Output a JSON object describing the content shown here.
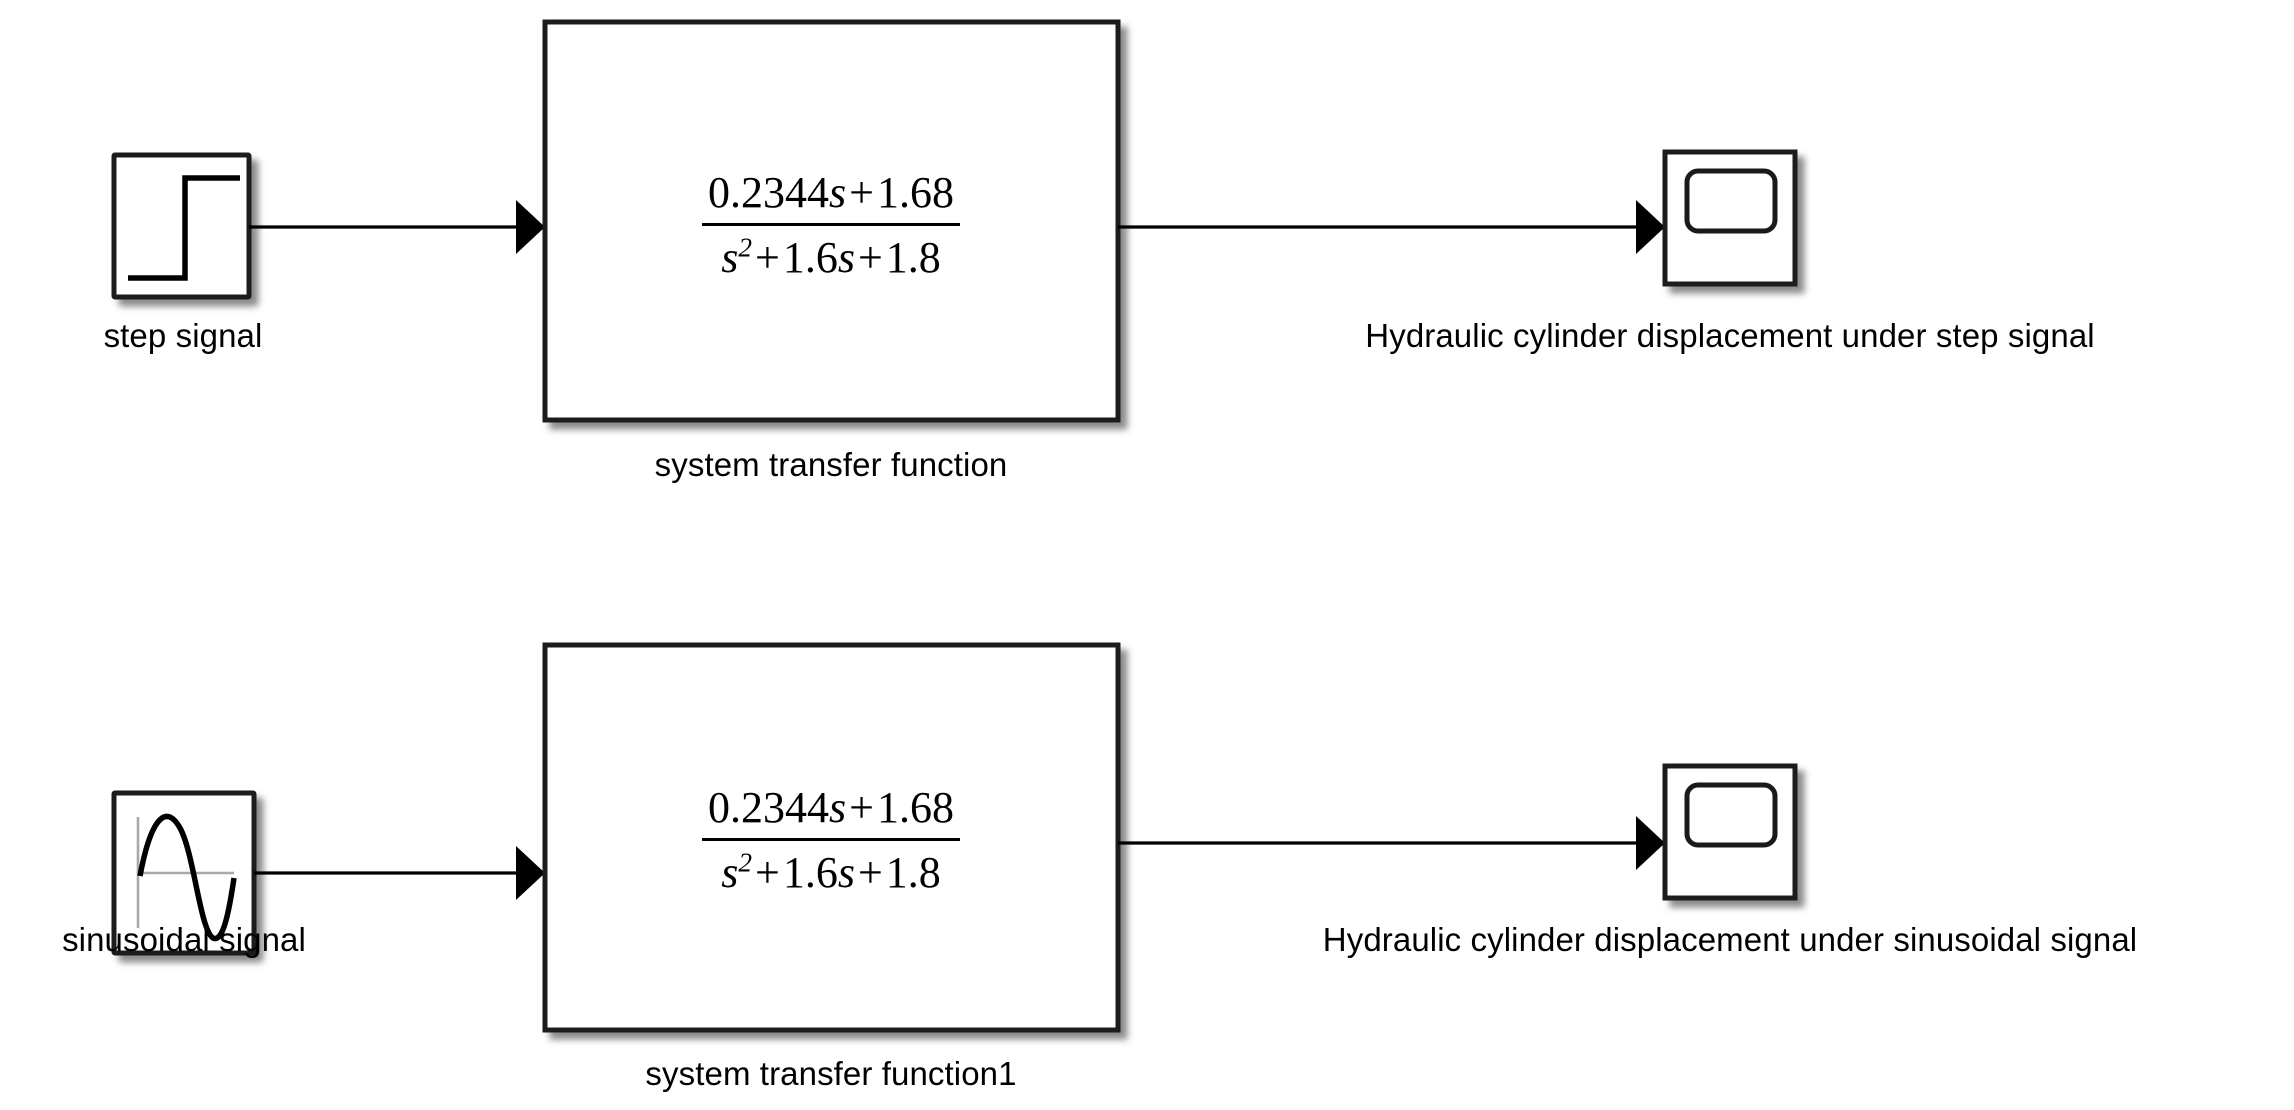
{
  "diagram": {
    "title": "Simulink block diagram",
    "background_color": "#ffffff",
    "line_color": "#000000",
    "block_border_color": "#1a1a1a",
    "shadow_color": "#808080"
  },
  "rows": [
    {
      "id": "step-row",
      "source": {
        "label": "step signal",
        "icon": "step-signal-icon"
      },
      "transfer_function": {
        "label": "system transfer function",
        "numerator": "0.2344s + 1.68",
        "denominator": "s² + 1.6s + 1.8",
        "numerator_parts": {
          "coefficient": "0.2344",
          "variable": "s",
          "operator": "+",
          "constant": "1.68"
        },
        "denominator_parts": {
          "variable": "s",
          "exponent": "2",
          "operator1": "+",
          "coefficient": "1.6",
          "variable2": "s",
          "operator2": "+",
          "constant": "1.8"
        }
      },
      "sink": {
        "label": "Hydraulic cylinder displacement under step signal",
        "icon": "scope-icon"
      }
    },
    {
      "id": "sine-row",
      "source": {
        "label": "sinusoidal signal",
        "icon": "sine-signal-icon"
      },
      "transfer_function": {
        "label": "system transfer function1",
        "numerator": "0.2344s + 1.68",
        "denominator": "s² + 1.6s + 1.8",
        "numerator_parts": {
          "coefficient": "0.2344",
          "variable": "s",
          "operator": "+",
          "constant": "1.68"
        },
        "denominator_parts": {
          "variable": "s",
          "exponent": "2",
          "operator1": "+",
          "coefficient": "1.6",
          "variable2": "s",
          "operator2": "+",
          "constant": "1.8"
        }
      },
      "sink": {
        "label": "Hydraulic cylinder displacement under sinusoidal signal",
        "icon": "scope-icon"
      }
    }
  ]
}
